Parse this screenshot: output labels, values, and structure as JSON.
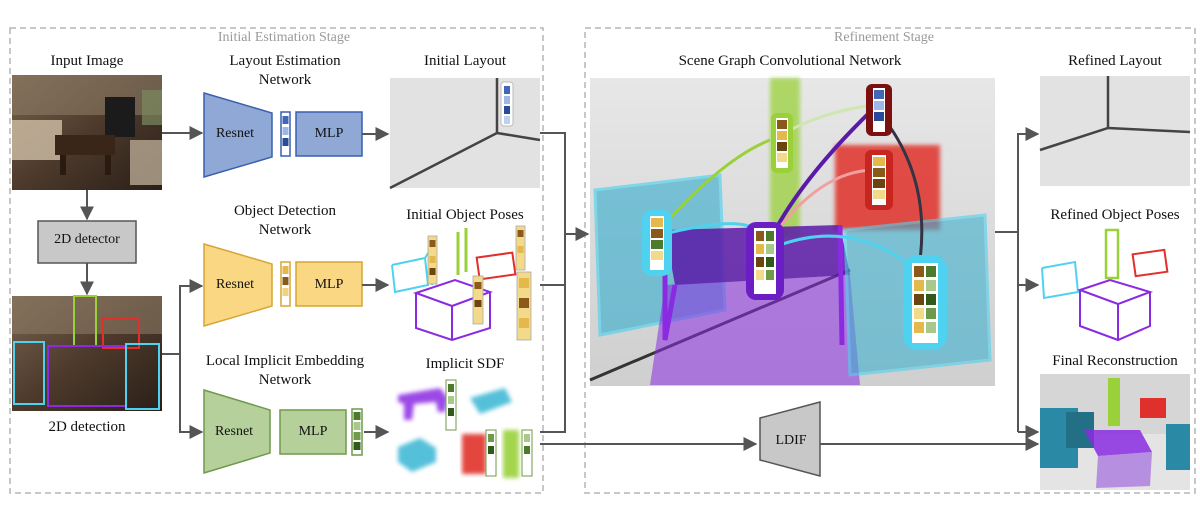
{
  "stages": {
    "initial": "Initial Estimation Stage",
    "refinement": "Refinement Stage"
  },
  "input": {
    "title": "Input Image",
    "detector": "2D detector",
    "detection": "2D detection"
  },
  "layout_net": {
    "title_line1": "Layout Estimation",
    "title_line2": "Network",
    "encoder": "Resnet",
    "head": "MLP"
  },
  "object_net": {
    "title_line1": "Object Detection",
    "title_line2": "Network",
    "encoder": "Resnet",
    "head": "MLP"
  },
  "lien_net": {
    "title_line1": "Local Implicit Embedding",
    "title_line2": "Network",
    "encoder": "Resnet",
    "head": "MLP"
  },
  "outputs": {
    "initial_layout": "Initial Layout",
    "initial_poses": "Initial Object Poses",
    "implicit_sdf": "Implicit SDF"
  },
  "refinement": {
    "sgcn": "Scene Graph Convolutional Network",
    "ldif": "LDIF",
    "refined_layout": "Refined Layout",
    "refined_poses": "Refined Object Poses",
    "final": "Final Reconstruction"
  },
  "colors": {
    "blue": "#8fa8d6",
    "yellow": "#fad883",
    "green": "#b5d09a",
    "gray": "#c8c8c8",
    "dashed": "#b5b5b5",
    "arrow": "#555555",
    "cyan": "#4fd2ef",
    "purple": "#8a2be2",
    "red": "#e0302c",
    "lime": "#9ad13a"
  }
}
